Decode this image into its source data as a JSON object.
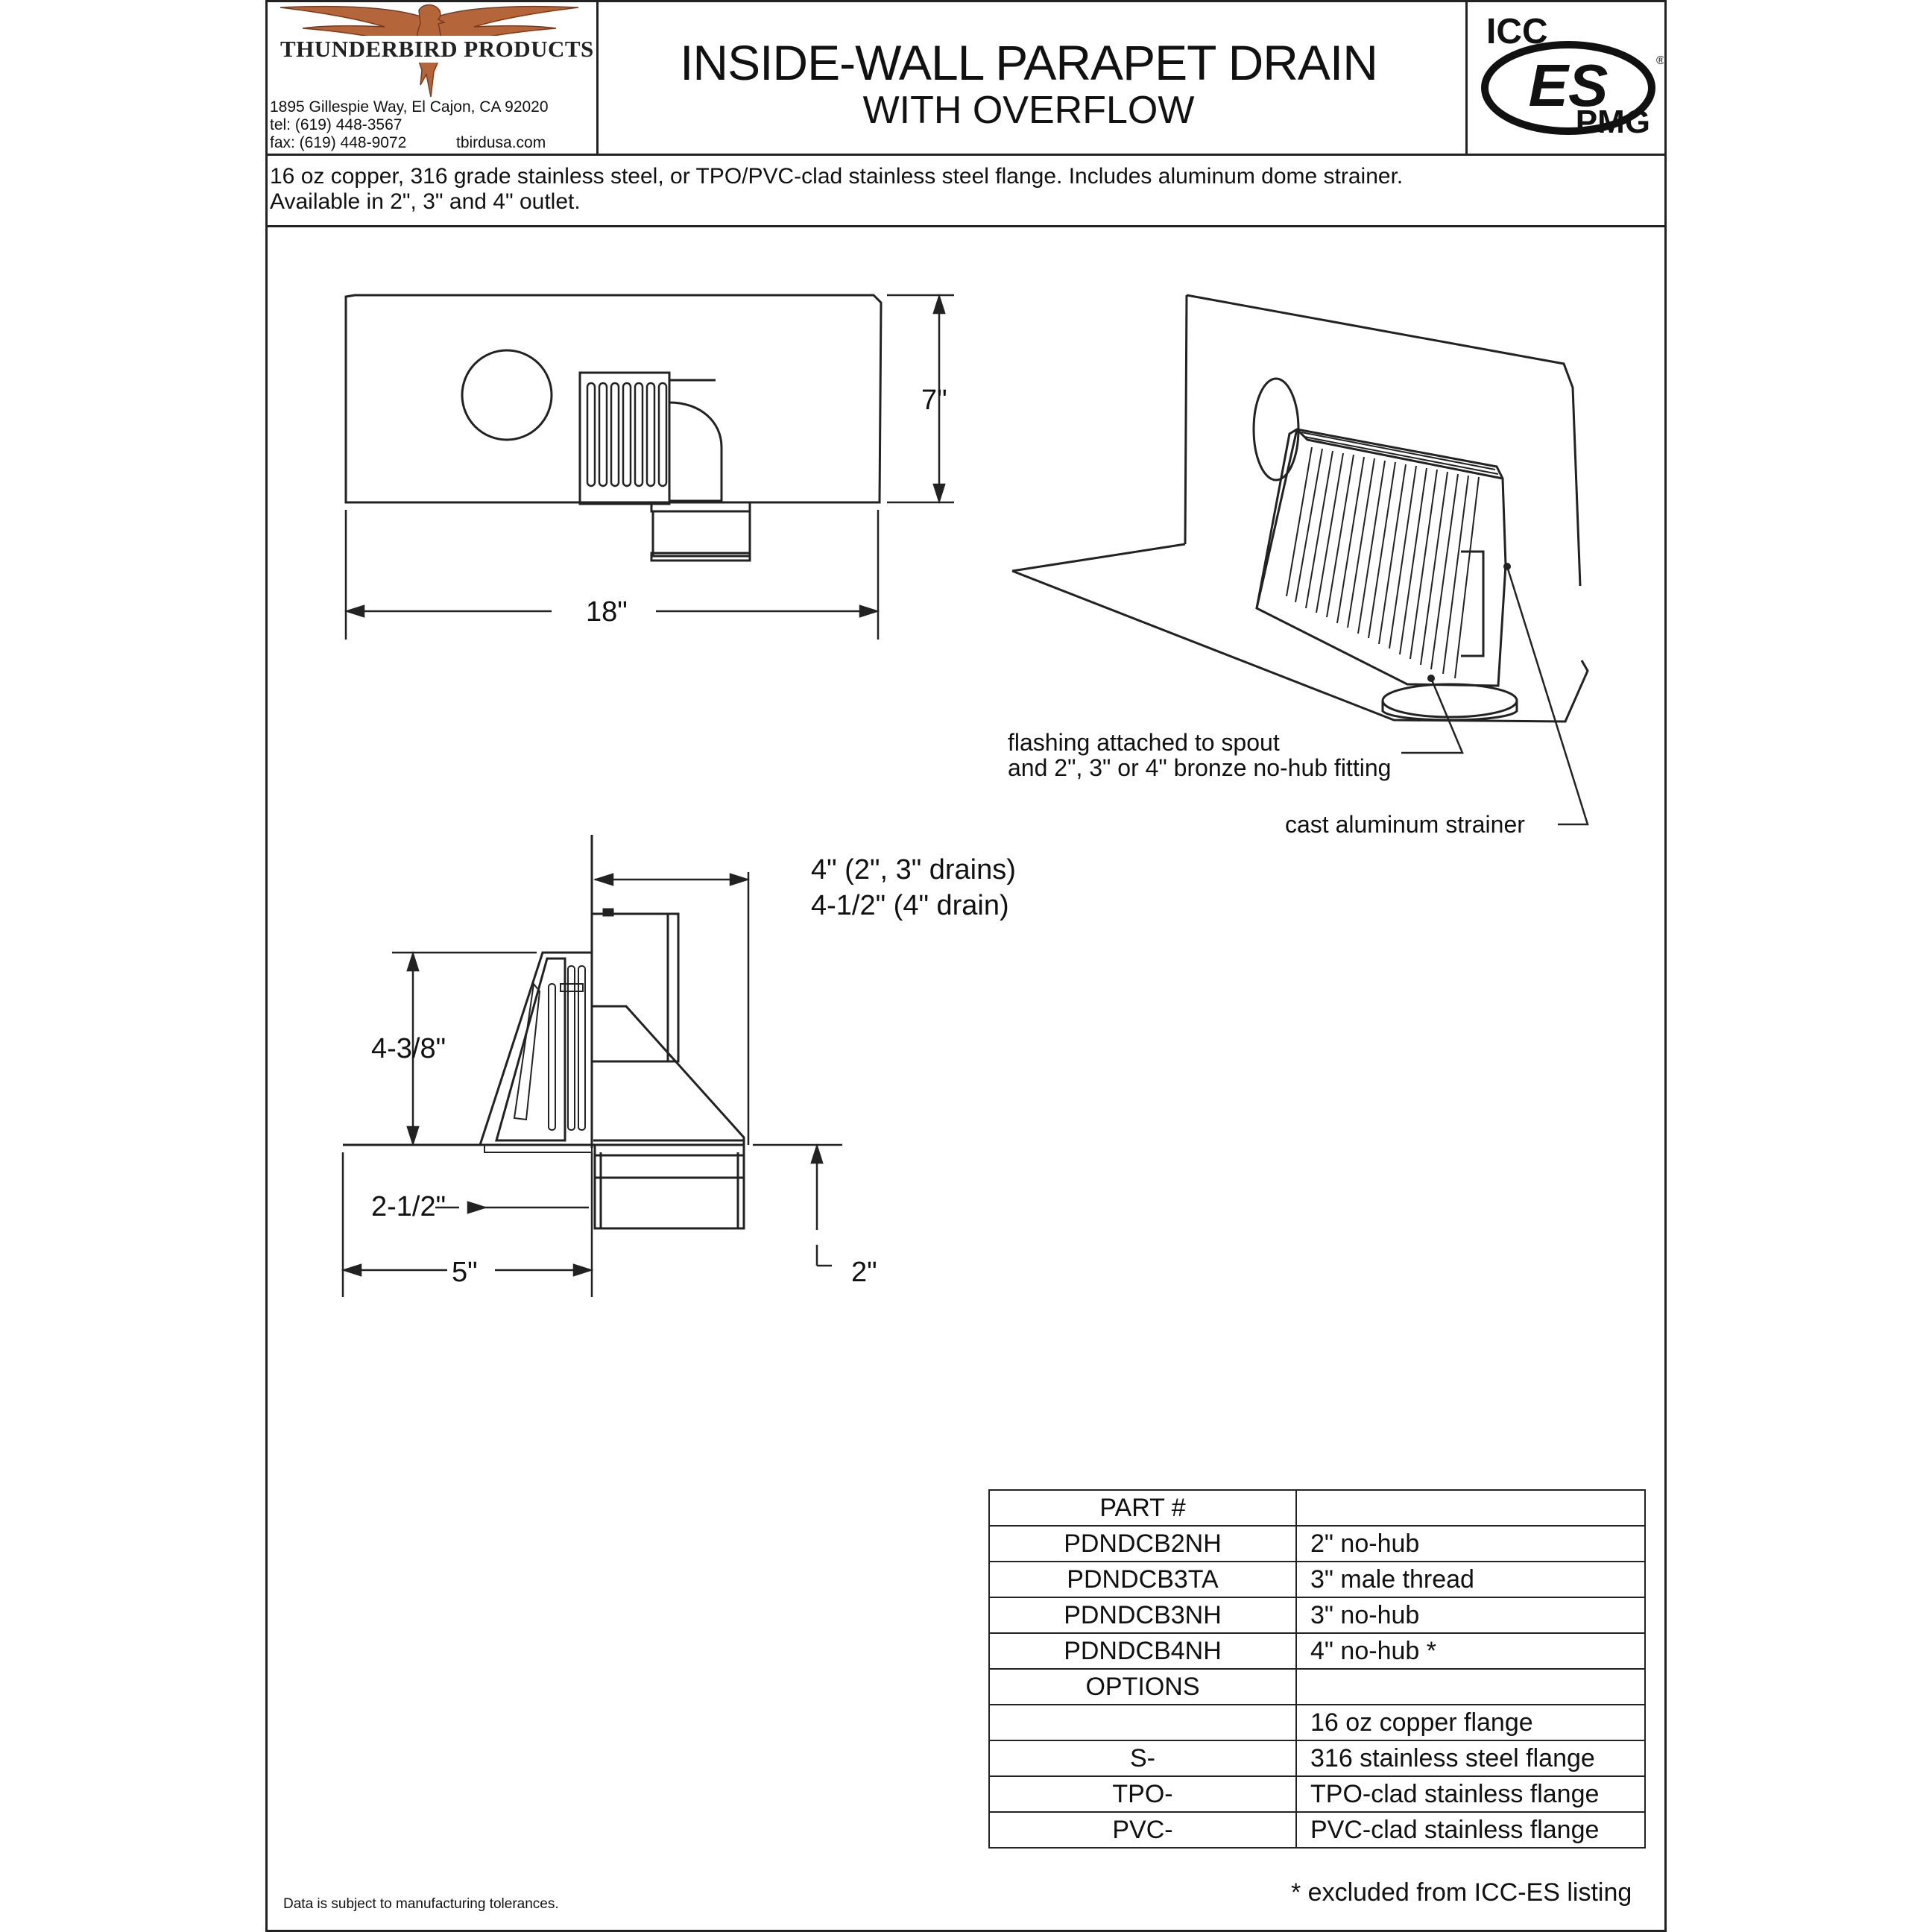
{
  "header": {
    "company": "THUNDERBIRD PRODUCTS",
    "address": "1895 Gillespie Way,  El Cajon,  CA 92020",
    "tel": "tel:  (619) 448-3567",
    "fax": "fax: (619) 448-9072",
    "website": "tbirdusa.com",
    "title_line1": "INSIDE-WALL PARAPET DRAIN",
    "title_line2": "WITH OVERFLOW",
    "cert_logo": {
      "top": "ICC",
      "middle": "ES",
      "bottom": "PMG"
    }
  },
  "description": {
    "line1": "16 oz copper, 316 grade stainless steel, or TPO/PVC-clad stainless steel flange. Includes aluminum dome strainer.",
    "line2": "Available in 2\", 3\" and 4\" outlet."
  },
  "front_view": {
    "width_label": "18\"",
    "height_label": "7\""
  },
  "iso_view": {
    "callout_flashing_1": "flashing attached to spout",
    "callout_flashing_2": "and 2\", 3\" or 4\" bronze no-hub fitting",
    "callout_strainer": "cast aluminum strainer"
  },
  "side_view": {
    "spout_label_1": "4\" (2\", 3\" drains)",
    "spout_label_2": "4-1/2\"  (4\" drain)",
    "strainer_height": "4-3/8\"",
    "strainer_depth": "2-1/2\"",
    "flange_depth": "5\"",
    "outlet_length": "2\""
  },
  "parts_table": {
    "header": "PART #",
    "parts": [
      {
        "part": "PDNDCB2NH",
        "desc": "2\" no-hub"
      },
      {
        "part": "PDNDCB3TA",
        "desc": "3\" male thread"
      },
      {
        "part": "PDNDCB3NH",
        "desc": "3\" no-hub"
      },
      {
        "part": "PDNDCB4NH",
        "desc": "4\" no-hub *"
      }
    ],
    "options_header": "OPTIONS",
    "options": [
      {
        "code": "",
        "desc": "16 oz copper flange"
      },
      {
        "code": "S-",
        "desc": "316 stainless steel flange"
      },
      {
        "code": "TPO-",
        "desc": "TPO-clad stainless flange"
      },
      {
        "code": "PVC-",
        "desc": "PVC-clad stainless flange"
      }
    ]
  },
  "notes": {
    "excluded": "* excluded from ICC-ES listing",
    "tolerance": "Data is subject to manufacturing tolerances."
  },
  "colors": {
    "logo_copper": "#b5653a",
    "line": "#222222"
  }
}
